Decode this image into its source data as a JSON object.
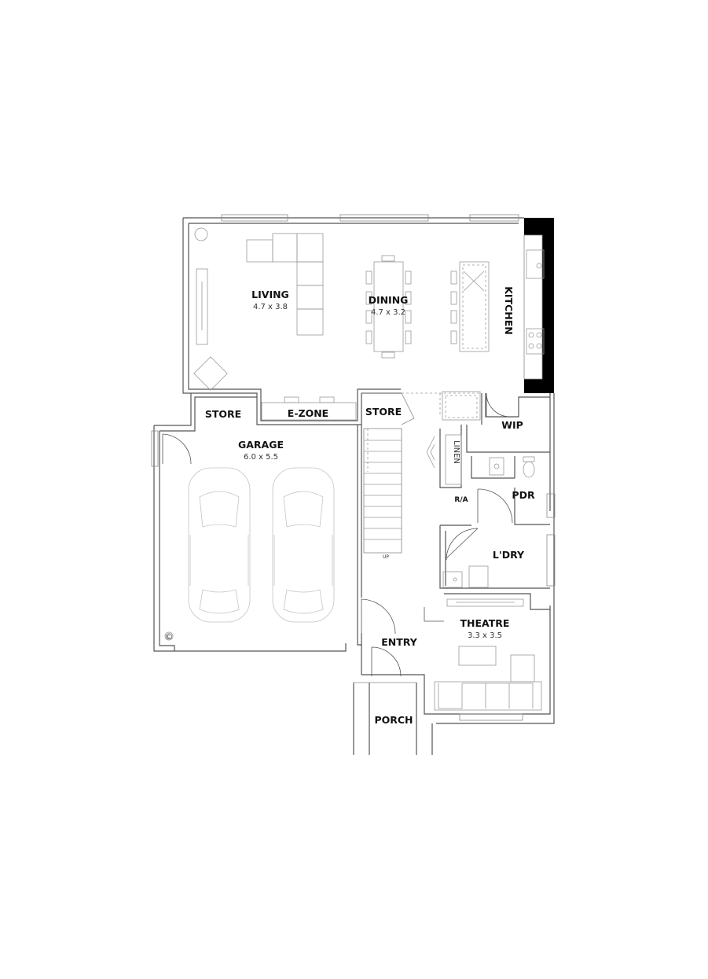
{
  "rooms": {
    "living": {
      "name": "LIVING",
      "size": "4.7 x 3.8"
    },
    "dining": {
      "name": "DINING",
      "size": "4.7 x 3.2"
    },
    "kitchen": {
      "name": "KITCHEN"
    },
    "store_garage": {
      "name": "STORE"
    },
    "e_zone": {
      "name": "E-ZONE"
    },
    "store_stair": {
      "name": "STORE"
    },
    "wip": {
      "name": "WIP"
    },
    "garage": {
      "name": "GARAGE",
      "size": "6.0 x 5.5"
    },
    "linen": {
      "name": "LINEN"
    },
    "pdr": {
      "name": "PDR"
    },
    "ra": {
      "name": "R/A"
    },
    "laundry": {
      "name": "L'DRY"
    },
    "theatre": {
      "name": "THEATRE",
      "size": "3.3 x 3.5"
    },
    "entry": {
      "name": "ENTRY"
    },
    "porch": {
      "name": "PORCH"
    }
  },
  "stair_label": "UP",
  "copyright_mark": "©"
}
